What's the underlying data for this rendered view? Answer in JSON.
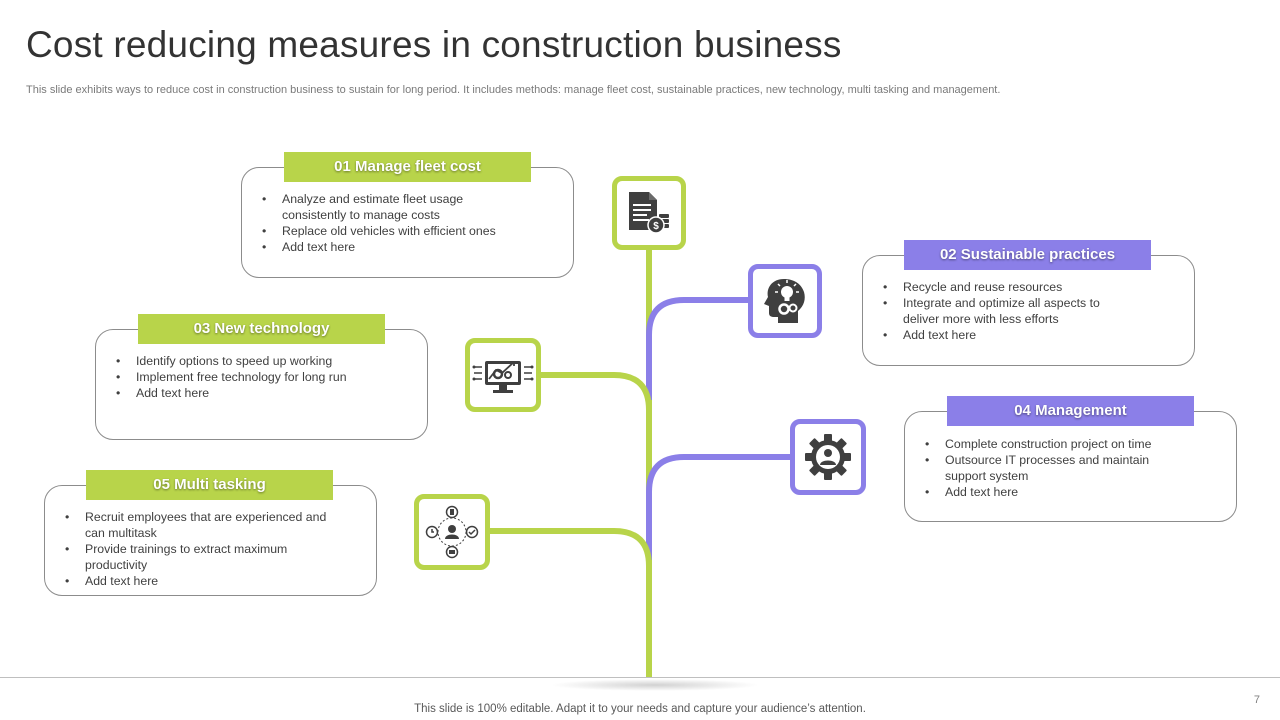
{
  "title": "Cost reducing measures in construction business",
  "subtitle": "This slide exhibits ways to reduce cost in construction business to sustain for long period. It includes methods: manage fleet cost, sustainable practices, new technology, multi tasking and management.",
  "colors": {
    "green": "#b8d44a",
    "purple": "#8b7fe8",
    "icon": "#3f3f3f"
  },
  "items": [
    {
      "label": "01 Manage fleet cost",
      "icon": "document-dollar-icon",
      "points": [
        "Analyze and estimate fleet usage consistently to manage costs",
        "Replace old vehicles with efficient ones",
        "Add text here"
      ]
    },
    {
      "label": "02 Sustainable practices",
      "icon": "head-bulb-gears-icon",
      "points": [
        "Recycle and reuse resources",
        "Integrate and optimize all aspects to deliver more with less efforts",
        "Add text here"
      ]
    },
    {
      "label": "03 New technology",
      "icon": "monitor-gears-icon",
      "points": [
        "Identify options to speed up working",
        "Implement free technology for long run",
        "Add text here"
      ]
    },
    {
      "label": "04 Management",
      "icon": "gear-person-icon",
      "points": [
        "Complete construction project on time",
        "Outsource IT processes and maintain support system",
        "Add text here"
      ]
    },
    {
      "label": "05 Multi tasking",
      "icon": "multitask-person-icon",
      "points": [
        "Recruit employees that are experienced and can multitask",
        "Provide trainings to extract maximum productivity",
        "Add text here"
      ]
    }
  ],
  "footer": "This slide is 100% editable. Adapt it to your needs and capture your audience’s attention.",
  "page_number": "7"
}
